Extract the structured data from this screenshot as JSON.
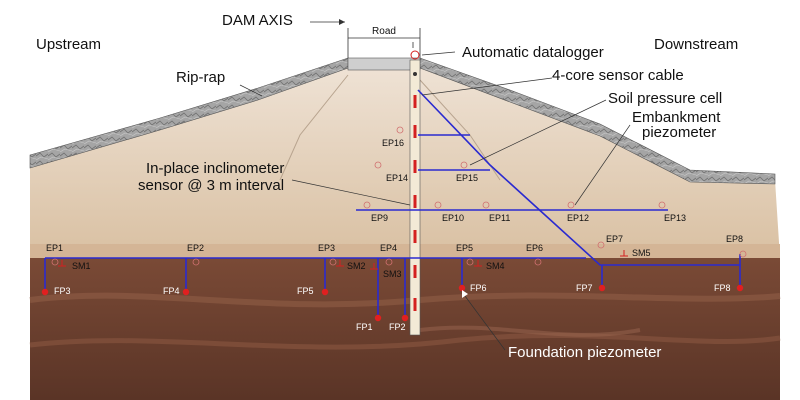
{
  "header": {
    "upstream": "Upstream",
    "downstream": "Downstream",
    "dam_axis": "DAM AXIS",
    "road": "Road"
  },
  "callouts": {
    "rip_rap": "Rip-rap",
    "datalogger": "Automatic datalogger",
    "cable": "4-core sensor cable",
    "pressure_cell": "Soil pressure cell",
    "piezometer_line1": "Embankment",
    "piezometer_line2": "piezometer",
    "inclinometer_line1": "In-place inclinometer",
    "inclinometer_line2": "sensor @ 3 m interval",
    "foundation_piezometer": "Foundation piezometer"
  },
  "embankment_piezometers": [
    "EP1",
    "EP2",
    "EP3",
    "EP4",
    "EP5",
    "EP6",
    "EP7",
    "EP8",
    "EP9",
    "EP10",
    "EP11",
    "EP12",
    "EP13",
    "EP14",
    "EP15",
    "EP16"
  ],
  "pressure_cells": [
    "SM1",
    "SM2",
    "SM3",
    "SM4",
    "SM5"
  ],
  "foundation_piezometers": [
    "FP1",
    "FP2",
    "FP3",
    "FP4",
    "FP5",
    "FP6",
    "FP7",
    "FP8"
  ],
  "colors": {
    "cable": "#2a2ad0",
    "sensor": "#d42020",
    "embankment": "#dcc7ae",
    "foundation": "#6e4232",
    "riprap": "#9e9e9e"
  }
}
